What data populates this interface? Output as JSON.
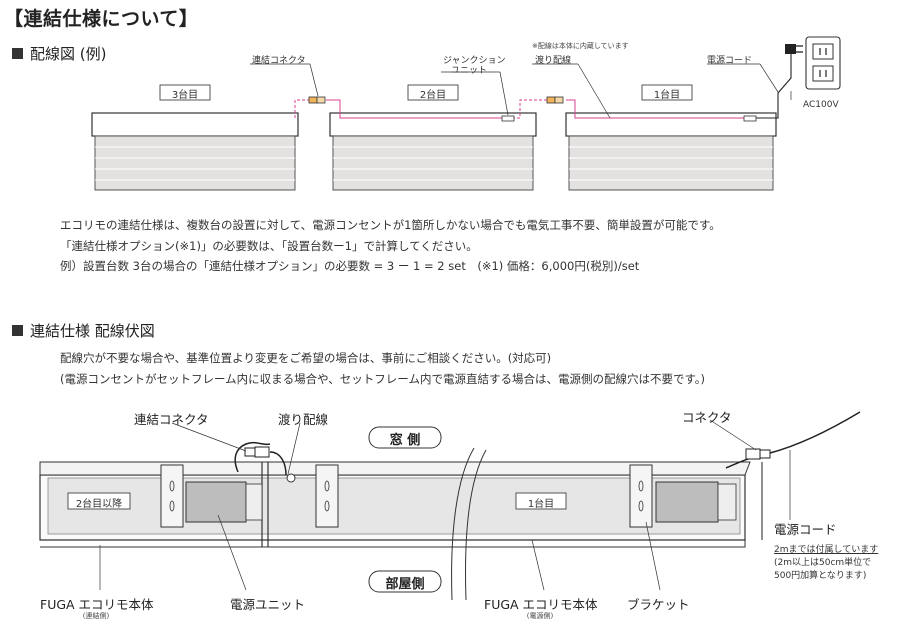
{
  "title": "【連結仕様について】",
  "section1": {
    "heading": "配線図 (例)",
    "units": [
      "3台目",
      "2台目",
      "1台目"
    ],
    "labels": {
      "connector": "連結コネクタ",
      "junction1": "ジャンクション",
      "junction2": "ユニット",
      "note": "※配線は本体に内蔵しています",
      "crossover": "渡り配線",
      "power_cord": "電源コード",
      "ac": "AC100V"
    },
    "text": [
      "エコリモの連結仕様は、複数台の設置に対して、電源コンセントが1箇所しかない場合でも電気工事不要、簡単設置が可能です。",
      "「連結仕様オプション(※1)」の必要数は、「設置台数ー1」で計算してください。",
      "例）設置台数 3台の場合の「連結仕様オプション」の必要数 = 3 ー 1 = 2 set　(※1) 価格：6,000円(税別)/set"
    ]
  },
  "section2": {
    "heading": "連結仕様 配線伏図",
    "text": [
      "配線穴が不要な場合や、基準位置より変更をご希望の場合は、事前にご相談ください。(対応可)",
      "(電源コンセントがセットフレーム内に収まる場合や、セットフレーム内で電源直結する場合は、電源側の配線穴は不要です。)"
    ],
    "labels": {
      "connector": "連結コネクタ",
      "crossover": "渡り配線",
      "window_side": "窓 側",
      "connector2": "コネクタ",
      "unit_left": "2台目以降",
      "unit_right": "1台目",
      "power_cord": "電源コード",
      "note1": "2mまでは付属しています",
      "note2": "(2m以上は50cm単位で",
      "note3": "500円加算となります)",
      "room_side": "部屋側",
      "fuga_left": "FUGA エコリモ本体",
      "fuga_left_sub": "(連結側)",
      "power_unit": "電源ユニット",
      "fuga_right": "FUGA エコリモ本体",
      "fuga_right_sub": "(電源側)",
      "bracket": "ブラケット"
    }
  }
}
